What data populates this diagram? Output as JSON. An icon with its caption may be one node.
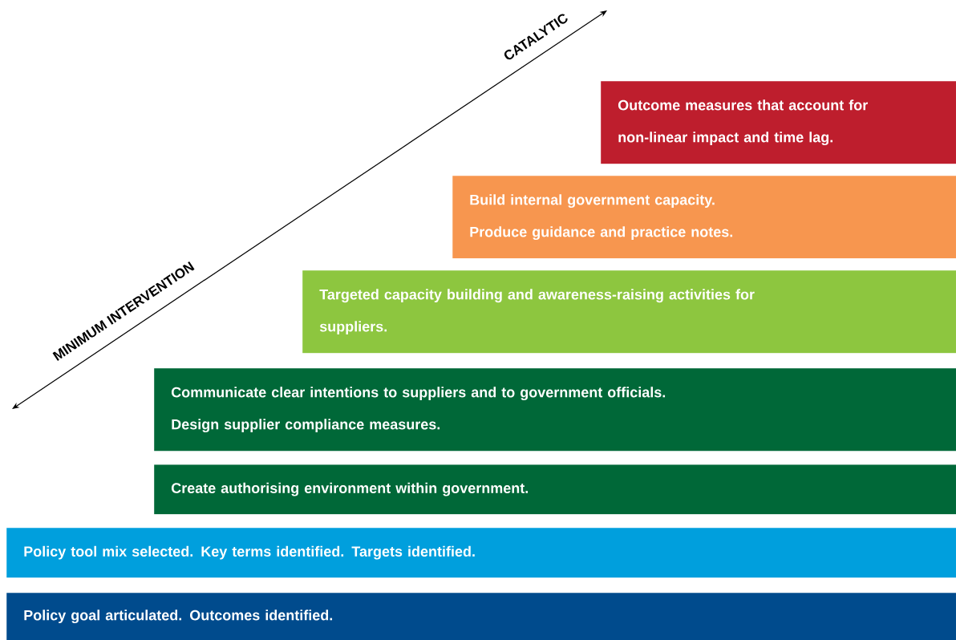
{
  "diagram": {
    "nodes": [
      {
        "text": [
          "Outcome measures that account for non-linear impact and time lag."
        ]
      },
      {
        "text": [
          "Build internal government capacity.",
          "Produce guidance and practice notes."
        ]
      },
      {
        "text": [
          "Targeted capacity building and awareness-raising activities for suppliers."
        ]
      },
      {
        "text": [
          "Communicate clear intentions to suppliers and to government officials.",
          "Design supplier compliance measures."
        ]
      },
      {
        "text": [
          "Create authorising environment within government."
        ]
      },
      {
        "text": [
          "Policy tool mix selected. Key terms identified. Targets identified."
        ]
      },
      {
        "text": [
          "Policy goal articulated. Outcomes identified."
        ]
      }
    ],
    "labels": [
      "CATALYTIC",
      "MINIMUM INTERVENTION"
    ]
  }
}
